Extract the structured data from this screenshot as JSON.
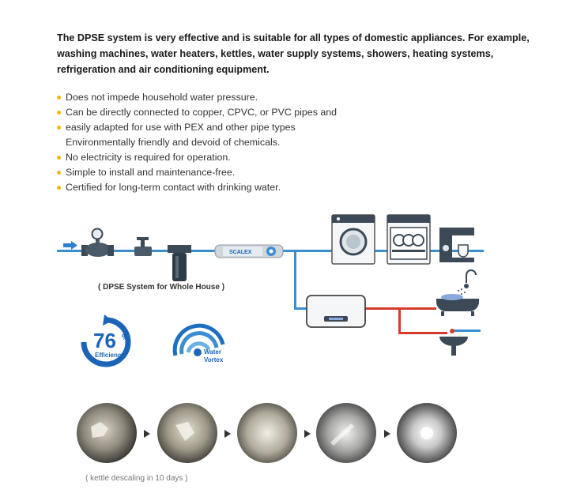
{
  "intro": "The DPSE system is very effective and is suitable for all types of domestic appliances. For example, washing machines, water heaters, kettles, water supply systems, showers, heating systems, refrigeration and air conditioning equipment.",
  "bullets": [
    {
      "text": "Does not impede household water pressure.",
      "dot": true
    },
    {
      "text": "Can be directly connected to copper, CPVC, or PVC pipes and",
      "dot": true
    },
    {
      "text": "easily adapted for use with PEX and other pipe types",
      "dot": true
    },
    {
      "text": "Environmentally friendly and devoid of chemicals.",
      "dot": false
    },
    {
      "text": "No electricity is required for operation.",
      "dot": true
    },
    {
      "text": "Simple to install and maintenance-free.",
      "dot": true
    },
    {
      "text": "Certified for long-term contact with drinking water.",
      "dot": true
    }
  ],
  "diagram": {
    "system_label": "( DPSE System for Whole House )",
    "device_brand": "SCALEX",
    "efficiency_value": "76",
    "efficiency_unit": "%",
    "efficiency_label": "Efficiency",
    "vortex_line1": "Water",
    "vortex_line2": "Vortex"
  },
  "colors": {
    "bullet": "#f2b705",
    "cold_pipe": "#3a8fd0",
    "hot_pipe": "#d63a2f",
    "efficiency_blue": "#1b64b8"
  },
  "icons": [
    "flow-arrow-icon",
    "water-meter-icon",
    "valve-icon",
    "filter-icon",
    "descaler-device-icon",
    "washing-machine-icon",
    "dishwasher-icon",
    "coffee-machine-icon",
    "water-heater-icon",
    "bathtub-icon",
    "sink-icon"
  ],
  "photos_caption": "( kettle descaling in 10 days )"
}
